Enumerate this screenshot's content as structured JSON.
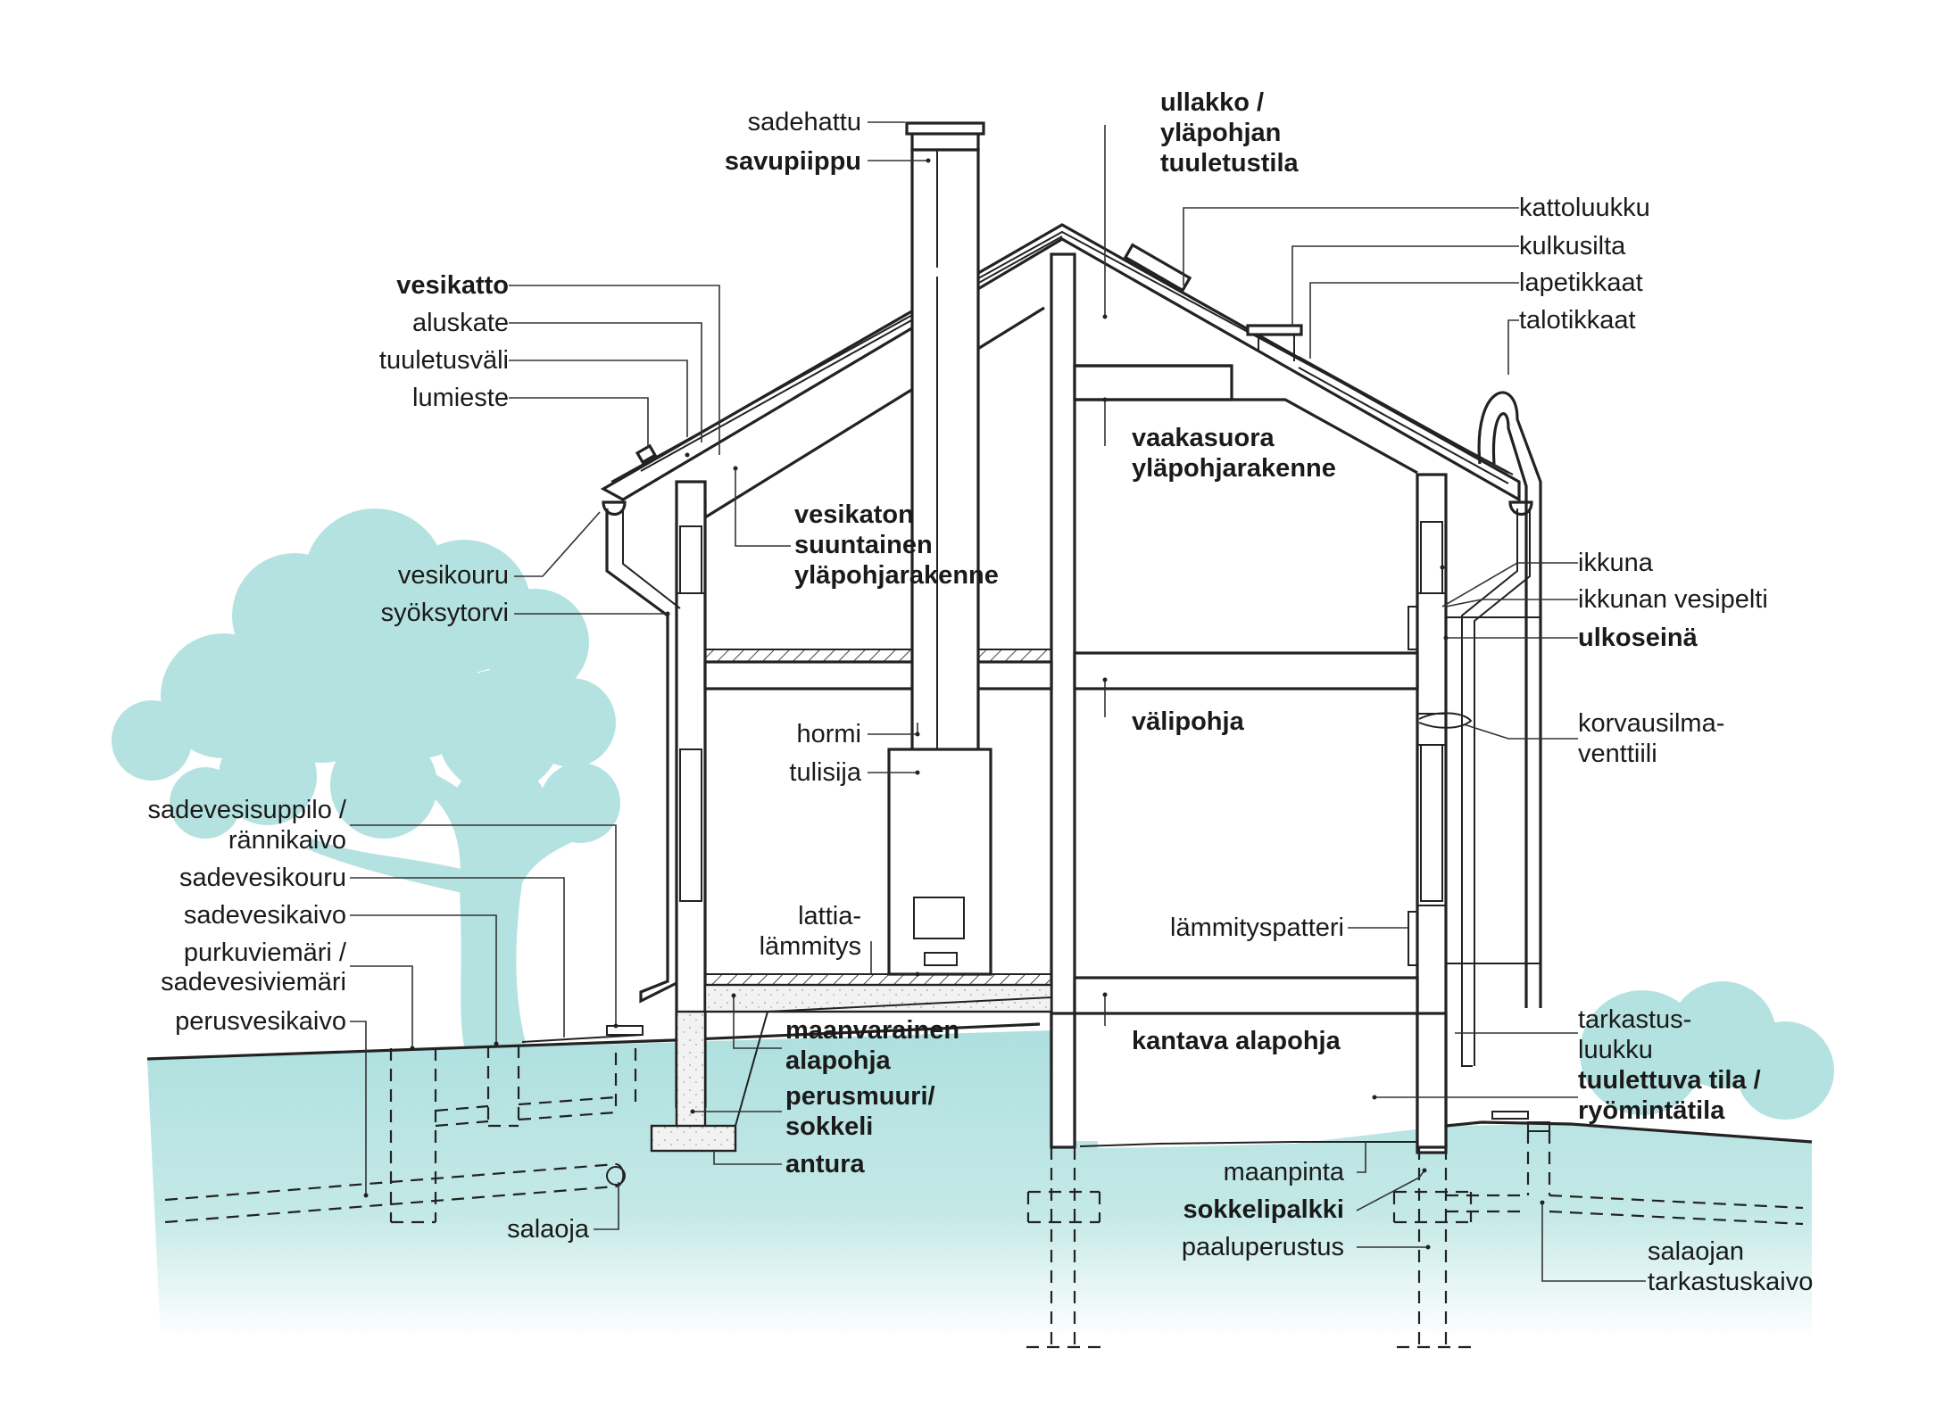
{
  "colors": {
    "ground": "#aee0df",
    "tree": "#b4e2e0",
    "line": "#222222",
    "label": "#1a1a1a"
  },
  "labels": {
    "sadehattu": "sadehattu",
    "savupiippu": "savupiippu",
    "ullakko_1": "ullakko /",
    "ullakko_2": "yläpohjan",
    "ullakko_3": "tuuletustila",
    "kattoluukku": "kattoluukku",
    "kulkusilta": "kulkusilta",
    "lapetikkaat": "lapetikkaat",
    "talotikkaat": "talotikkaat",
    "vesikatto": "vesikatto",
    "aluskate": "aluskate",
    "tuuletusvali": "tuuletusväli",
    "lumieste": "lumieste",
    "vaakasuora_1": "vaakasuora",
    "vaakasuora_2": "yläpohjarakenne",
    "vesikaton_1": "vesikaton",
    "vesikaton_2": "suuntainen",
    "vesikaton_3": "yläpohjarakenne",
    "vesikouru": "vesikouru",
    "syoksytorvi": "syöksytorvi",
    "ikkuna": "ikkuna",
    "ikkunan_vesipelti": "ikkunan vesipelti",
    "ulkoseina": "ulkoseinä",
    "hormi": "hormi",
    "valipohja": "välipohja",
    "korvausilma_1": "korvausilma-",
    "korvausilma_2": "venttiili",
    "tulisija": "tulisija",
    "sadevesisuppilo_1": "sadevesisuppilo /",
    "sadevesisuppilo_2": "rännikaivo",
    "sadevesikouru": "sadevesikouru",
    "sadevesikaivo": "sadevesikaivo",
    "lattia_1": "lattia-",
    "lattia_2": "lämmitys",
    "lammityspatteri": "lämmityspatteri",
    "purkuviemari_1": "purkuviemäri /",
    "purkuviemari_2": "sadevesiviemäri",
    "perusvesikaivo": "perusvesikaivo",
    "maanvarainen_1": "maanvarainen",
    "maanvarainen_2": "alapohja",
    "kantava_alapohja": "kantava alapohja",
    "tarkastus_1": "tarkastus-",
    "tarkastus_2": "luukku",
    "tuulettuva_1": "tuulettuva tila /",
    "tuulettuva_2": "ryömintätila",
    "perusmuuri_1": "perusmuuri/",
    "perusmuuri_2": "sokkeli",
    "antura": "antura",
    "maanpinta": "maanpinta",
    "sokkelipalkki": "sokkelipalkki",
    "salaoja": "salaoja",
    "paaluperustus": "paaluperustus",
    "salaojan_tk_1": "salaojan",
    "salaojan_tk_2": "tarkastuskaivo"
  }
}
